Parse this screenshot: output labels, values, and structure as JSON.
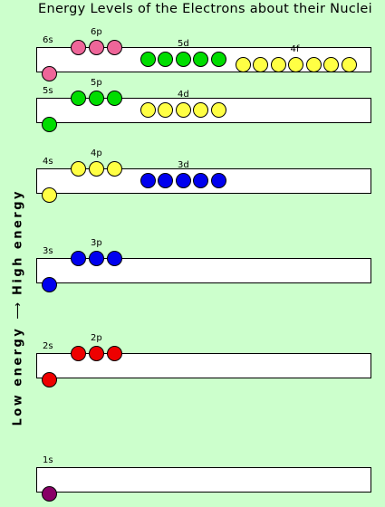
{
  "title": "Energy Levels of the Electrons about their Nuclei",
  "axis": {
    "low": "Low energy",
    "high": "High energy"
  },
  "colors": {
    "background": "#ccffcc",
    "s_pink": "#ee6699",
    "green": "#00dd00",
    "yellow": "#ffff44",
    "blue": "#0000ee",
    "red": "#ee0000",
    "purple": "#880066"
  },
  "levels": [
    {
      "name": "level-6",
      "orbitals": [
        {
          "label": "6s",
          "count": 1,
          "color": "#ee6699"
        },
        {
          "label": "6p",
          "count": 3,
          "color": "#ee6699"
        },
        {
          "label": "5d",
          "count": 5,
          "color": "#00dd00"
        },
        {
          "label": "4f",
          "count": 7,
          "color": "#ffff44"
        }
      ]
    },
    {
      "name": "level-5",
      "orbitals": [
        {
          "label": "5s",
          "count": 1,
          "color": "#00dd00"
        },
        {
          "label": "5p",
          "count": 3,
          "color": "#00dd00"
        },
        {
          "label": "4d",
          "count": 5,
          "color": "#ffff44"
        }
      ]
    },
    {
      "name": "level-4",
      "orbitals": [
        {
          "label": "4s",
          "count": 1,
          "color": "#ffff44"
        },
        {
          "label": "4p",
          "count": 3,
          "color": "#ffff44"
        },
        {
          "label": "3d",
          "count": 5,
          "color": "#0000ee"
        }
      ]
    },
    {
      "name": "level-3",
      "orbitals": [
        {
          "label": "3s",
          "count": 1,
          "color": "#0000ee"
        },
        {
          "label": "3p",
          "count": 3,
          "color": "#0000ee"
        }
      ]
    },
    {
      "name": "level-2",
      "orbitals": [
        {
          "label": "2s",
          "count": 1,
          "color": "#ee0000"
        },
        {
          "label": "2p",
          "count": 3,
          "color": "#ee0000"
        }
      ]
    },
    {
      "name": "level-1",
      "orbitals": [
        {
          "label": "1s",
          "count": 1,
          "color": "#880066"
        }
      ]
    }
  ]
}
